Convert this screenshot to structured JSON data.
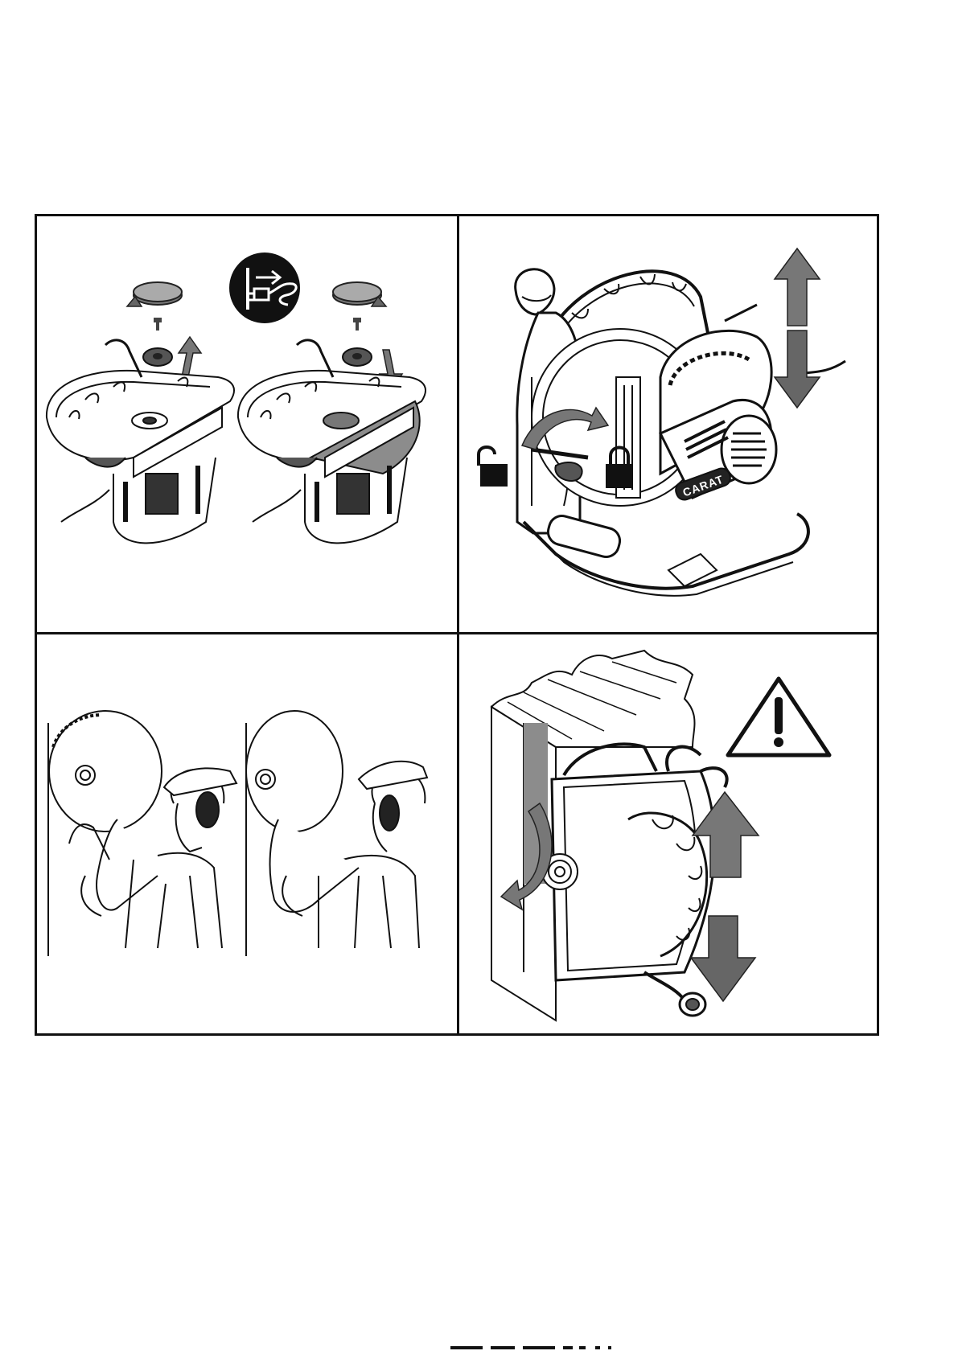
{
  "page": {
    "background": "#ffffff",
    "line_color": "#111111",
    "arrow_gray": "#666666",
    "shade_gray": "#8c8c8c"
  },
  "panels": [
    {
      "id": "blade-mounting",
      "icons": [
        "rotate-counterclockwise-icon",
        "bolt-icon",
        "flange-washer-icon",
        "arrow-up-icon",
        "unplug-power-icon",
        "rotate-clockwise-icon",
        "arrow-down-icon"
      ]
    },
    {
      "id": "depth-adjustment",
      "icons": [
        "unlock-icon",
        "lock-icon",
        "double-vertical-arrow-icon",
        "curved-arrow-icon"
      ],
      "brand_label": "CARAT"
    },
    {
      "id": "operator-posture",
      "icons": []
    },
    {
      "id": "wall-cutting",
      "icons": [
        "warning-triangle-icon",
        "arrow-up-icon",
        "arrow-down-icon",
        "curved-arrow-icon"
      ]
    }
  ]
}
